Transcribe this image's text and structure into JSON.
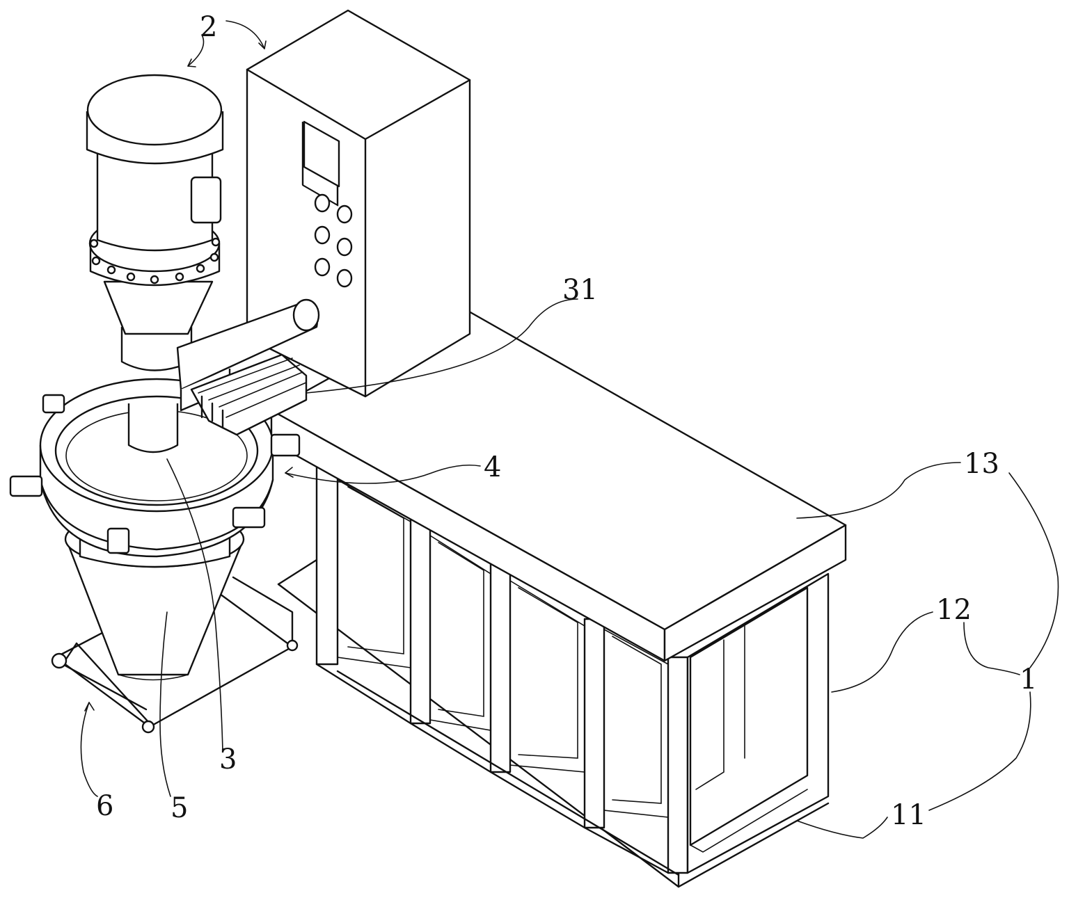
{
  "labels": {
    "l1": "1",
    "l2": "2",
    "l3": "3",
    "l4": "4",
    "l5": "5",
    "l6": "6",
    "l11": "11",
    "l12": "12",
    "l13": "13",
    "l31": "31"
  }
}
